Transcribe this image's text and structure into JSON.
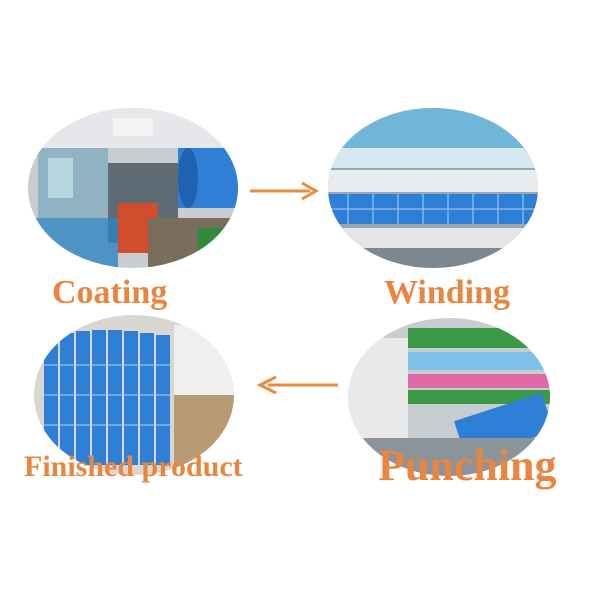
{
  "steps": [
    {
      "label": "Coating"
    },
    {
      "label": "Winding"
    },
    {
      "label": "Punching"
    },
    {
      "label": "Finished product"
    }
  ],
  "colors": {
    "label": "#e8863f",
    "arrow": "#ef8a3c",
    "blue_tape": "#2f7fd6",
    "green_roller": "#3a9a46",
    "pink_roller": "#e06aa8"
  },
  "icons": {
    "arrow_right": "arrow-right-icon",
    "arrow_left": "arrow-left-icon"
  }
}
